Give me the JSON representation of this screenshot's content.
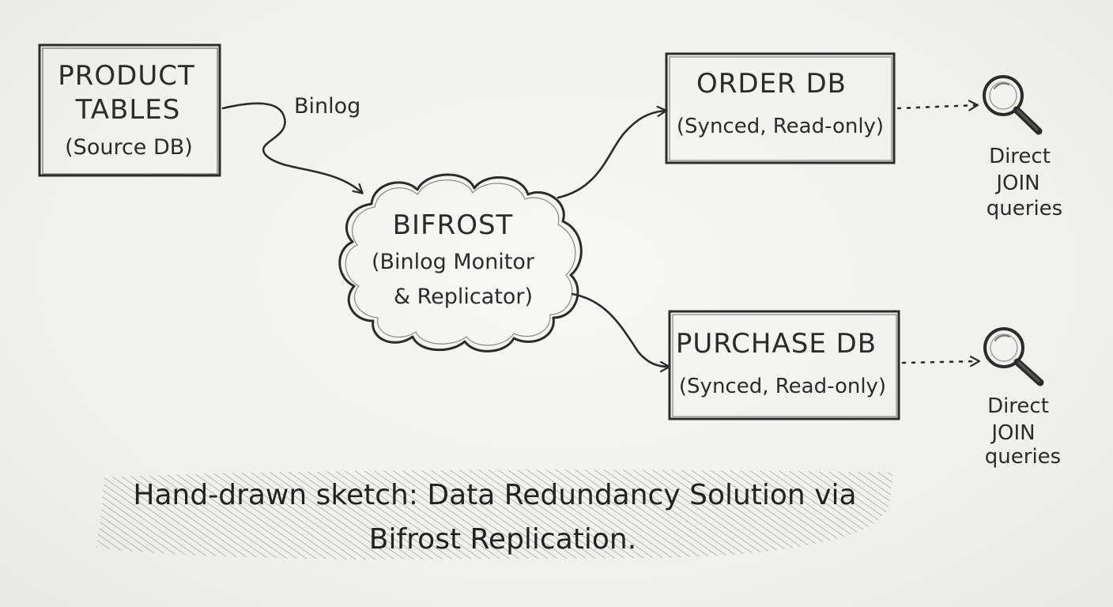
{
  "nodes": {
    "source": {
      "line1": "PRODUCT",
      "line2": "TABLES",
      "line3": "(Source DB)"
    },
    "bifrost": {
      "line1": "BIFROST",
      "line2": "(Binlog Monitor",
      "line3": "& Replicator)"
    },
    "order_db": {
      "line1": "ORDER DB",
      "line2": "(Synced, Read-only)"
    },
    "purchase_db": {
      "line1": "PURCHASE DB",
      "line2": "(Synced, Read-only)"
    }
  },
  "edges": {
    "binlog_label": "Binlog"
  },
  "queries": {
    "order": {
      "icon": "magnifier-icon",
      "line1": "Direct",
      "line2": "JOIN",
      "line3": "queries"
    },
    "purchase": {
      "icon": "magnifier-icon",
      "line1": "Direct",
      "line2": "JOIN",
      "line3": "queries"
    }
  },
  "caption": {
    "line1": "Hand-drawn sketch: Data Redundancy Solution via",
    "line2": "Bifrost Replication."
  },
  "colors": {
    "ink": "#2b2b2b",
    "paper": "#f3f3f1",
    "hatch": "#9a9a9a"
  }
}
